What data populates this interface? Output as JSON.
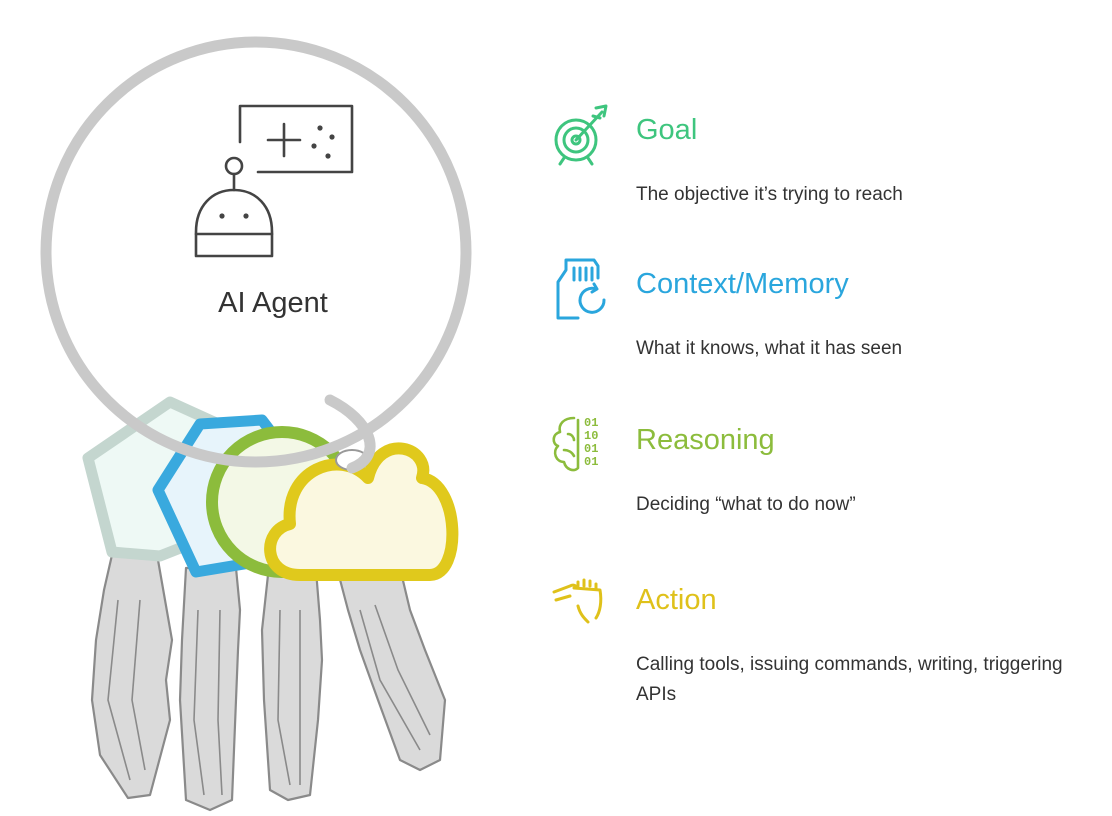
{
  "agent": {
    "label": "AI Agent"
  },
  "features": [
    {
      "title": "Goal",
      "description": "The objective it’s trying to reach",
      "color": "#3ec57e",
      "icon": "target-arrow-icon"
    },
    {
      "title": "Context/Memory",
      "description": "What it knows, what it has seen",
      "color": "#2aa6dd",
      "icon": "memory-card-icon"
    },
    {
      "title": "Reasoning",
      "description": "Deciding “what to do now”",
      "color": "#8cbc3c",
      "icon": "brain-binary-icon"
    },
    {
      "title": "Action",
      "description": "Calling tools, issuing commands, writing, triggering APIs",
      "color": "#dfc11a",
      "icon": "pointing-hand-icon"
    }
  ],
  "colors": {
    "ring": "#c9c9c9",
    "key_body": "#d9d9d9",
    "key_stroke": "#8a8a8a",
    "icon_dark": "#444444"
  }
}
